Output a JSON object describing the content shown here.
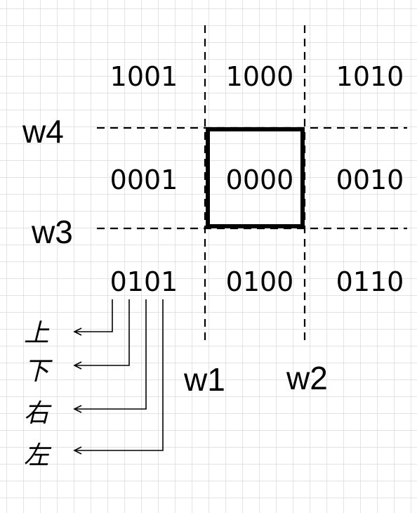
{
  "region_codes": {
    "top_left": "1001",
    "top_middle": "1000",
    "top_right": "1010",
    "middle_left": "0001",
    "center": "0000",
    "middle_right": "0010",
    "bottom_left_prefix": "01",
    "bottom_left_bit3": "0",
    "bottom_left_bit4": "1",
    "bottom_middle": "0100",
    "bottom_right": "0110"
  },
  "boundary_labels": {
    "w1": "w1",
    "w2": "w2",
    "w3": "w3",
    "w4": "w4"
  },
  "bit_legend": [
    {
      "label": "上"
    },
    {
      "label": "下"
    },
    {
      "label": "右"
    },
    {
      "label": "左"
    }
  ]
}
